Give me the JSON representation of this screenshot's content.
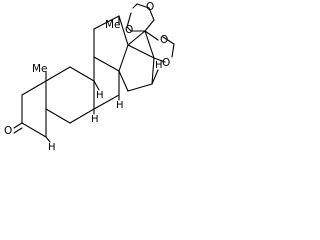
{
  "structure": {
    "atoms": [
      {
        "id": "o_dioxolane_top",
        "label": "O"
      },
      {
        "id": "o_dioxolane_left",
        "label": "O"
      },
      {
        "id": "o_dioxolane_right_top",
        "label": "O"
      },
      {
        "id": "o_dioxolane_right_bottom",
        "label": "O"
      },
      {
        "id": "methyl_c13",
        "label": "Me"
      },
      {
        "id": "methyl_c10",
        "label": "Me"
      },
      {
        "id": "h_c17",
        "label": "H"
      },
      {
        "id": "h_c14",
        "label": "H"
      },
      {
        "id": "h_c9",
        "label": "H"
      },
      {
        "id": "h_c8",
        "label": "H"
      },
      {
        "id": "h_c5",
        "label": "H"
      },
      {
        "id": "o_ketone",
        "label": "O"
      }
    ]
  }
}
